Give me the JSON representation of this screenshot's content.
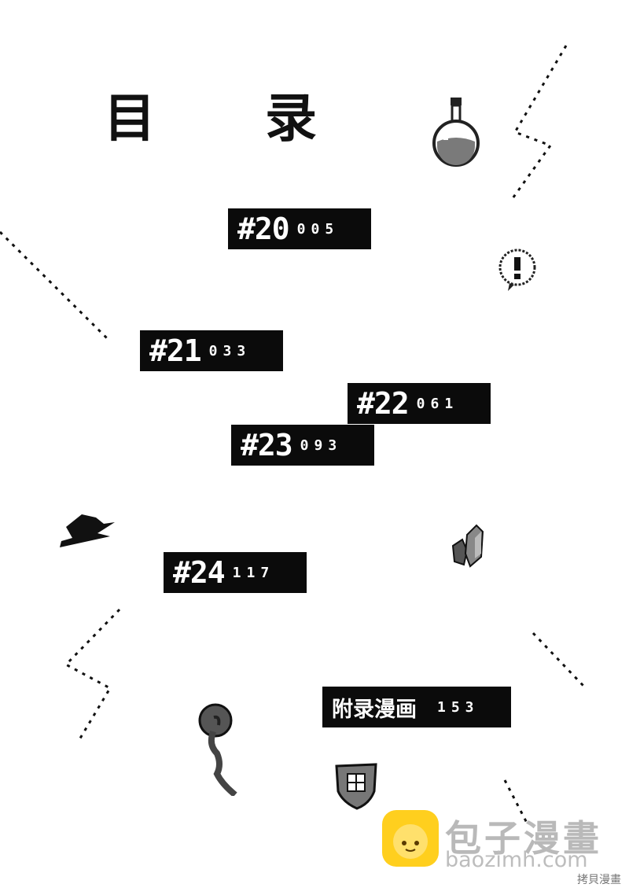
{
  "title": "目  录",
  "entries": [
    {
      "num": "#20",
      "page": "005"
    },
    {
      "num": "#21",
      "page": "033"
    },
    {
      "num": "#22",
      "page": "061"
    },
    {
      "num": "#23",
      "page": "093"
    },
    {
      "num": "#24",
      "page": "117"
    }
  ],
  "appendix": {
    "label": "附录漫画",
    "page": "153"
  },
  "watermark": {
    "brand": "包子漫畫",
    "url": "baozimh.com",
    "small": "拷貝漫畫",
    "logo_color": "#ffcf1e"
  },
  "icons": [
    "potion-icon",
    "exclamation-bubble-icon",
    "witch-hat-icon",
    "crystal-icon",
    "staff-icon",
    "shield-icon"
  ]
}
